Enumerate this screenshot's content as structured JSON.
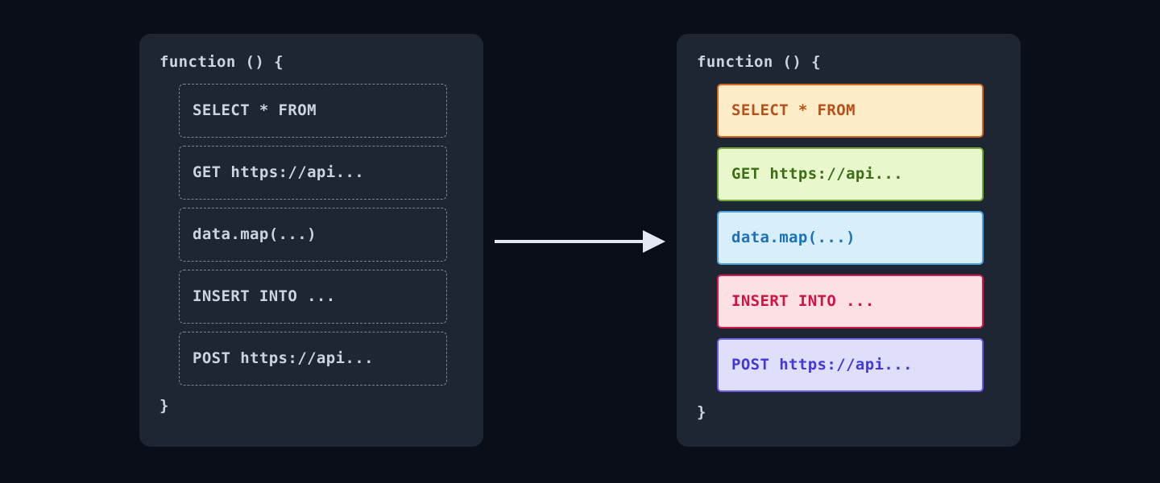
{
  "page": {
    "background_color": "#0a0e18",
    "panel_background_color": "#1e2634"
  },
  "before_panel": {
    "name": "before",
    "header": "function () {",
    "footer": "}",
    "header_color": "#ccd4e2",
    "border_style": "dashed",
    "border_color": "#78849a",
    "text_color": "#ccd4e2",
    "statements": [
      {
        "text": "SELECT * FROM"
      },
      {
        "text": "GET https://api..."
      },
      {
        "text": "data.map(...)"
      },
      {
        "text": "INSERT INTO ..."
      },
      {
        "text": "POST https://api..."
      }
    ]
  },
  "after_panel": {
    "name": "after",
    "header": "function () {",
    "footer": "}",
    "header_color": "#ccd4e2",
    "statements": [
      {
        "text": "SELECT * FROM",
        "kind": "sql-select",
        "background_color": "#fdecc8",
        "text_color": "#b8501a",
        "border_color": "#d2691e"
      },
      {
        "text": "GET https://api...",
        "kind": "http-get",
        "background_color": "#e8f8cc",
        "text_color": "#3c6e14",
        "border_color": "#76a83c"
      },
      {
        "text": "data.map(...)",
        "kind": "js-map",
        "background_color": "#d8eefb",
        "text_color": "#1a72b8",
        "border_color": "#4aa3dc"
      },
      {
        "text": "INSERT INTO ...",
        "kind": "sql-insert",
        "background_color": "#fde0e4",
        "text_color": "#d21242",
        "border_color": "#d81b4a"
      },
      {
        "text": "POST https://api...",
        "kind": "http-post",
        "background_color": "#dfdffb",
        "text_color": "#4338d8",
        "border_color": "#6b5ce0"
      }
    ]
  },
  "arrow": {
    "name": "transform-arrow",
    "direction": "right",
    "color": "#e3e8f4"
  }
}
